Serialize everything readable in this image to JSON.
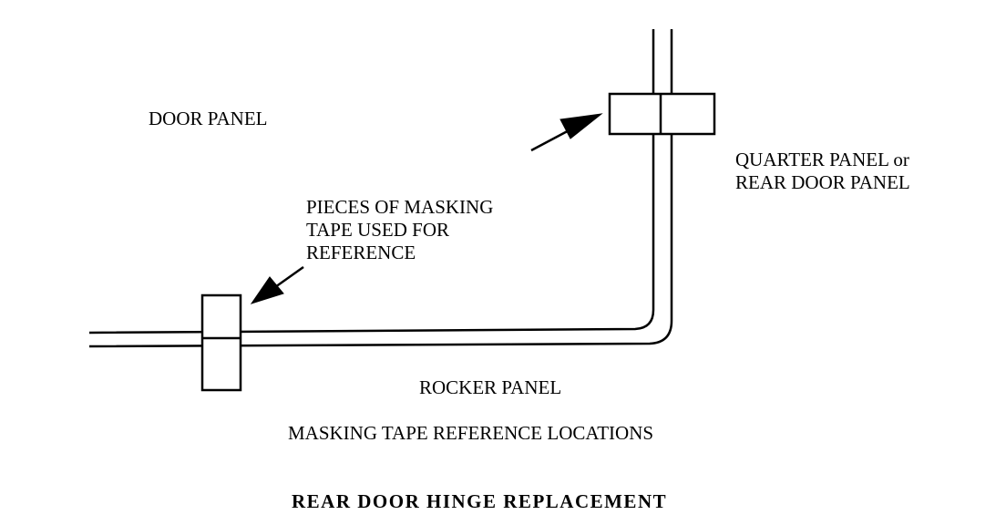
{
  "labels": {
    "door_panel": "DOOR PANEL",
    "quarter_panel_line1": "QUARTER PANEL or",
    "quarter_panel_line2": "REAR DOOR PANEL",
    "masking_line1": "PIECES OF MASKING",
    "masking_line2": "TAPE USED FOR",
    "masking_line3": "REFERENCE",
    "rocker_panel": "ROCKER PANEL"
  },
  "caption": "MASKING TAPE REFERENCE LOCATIONS",
  "title": "REAR DOOR HINGE REPLACEMENT"
}
